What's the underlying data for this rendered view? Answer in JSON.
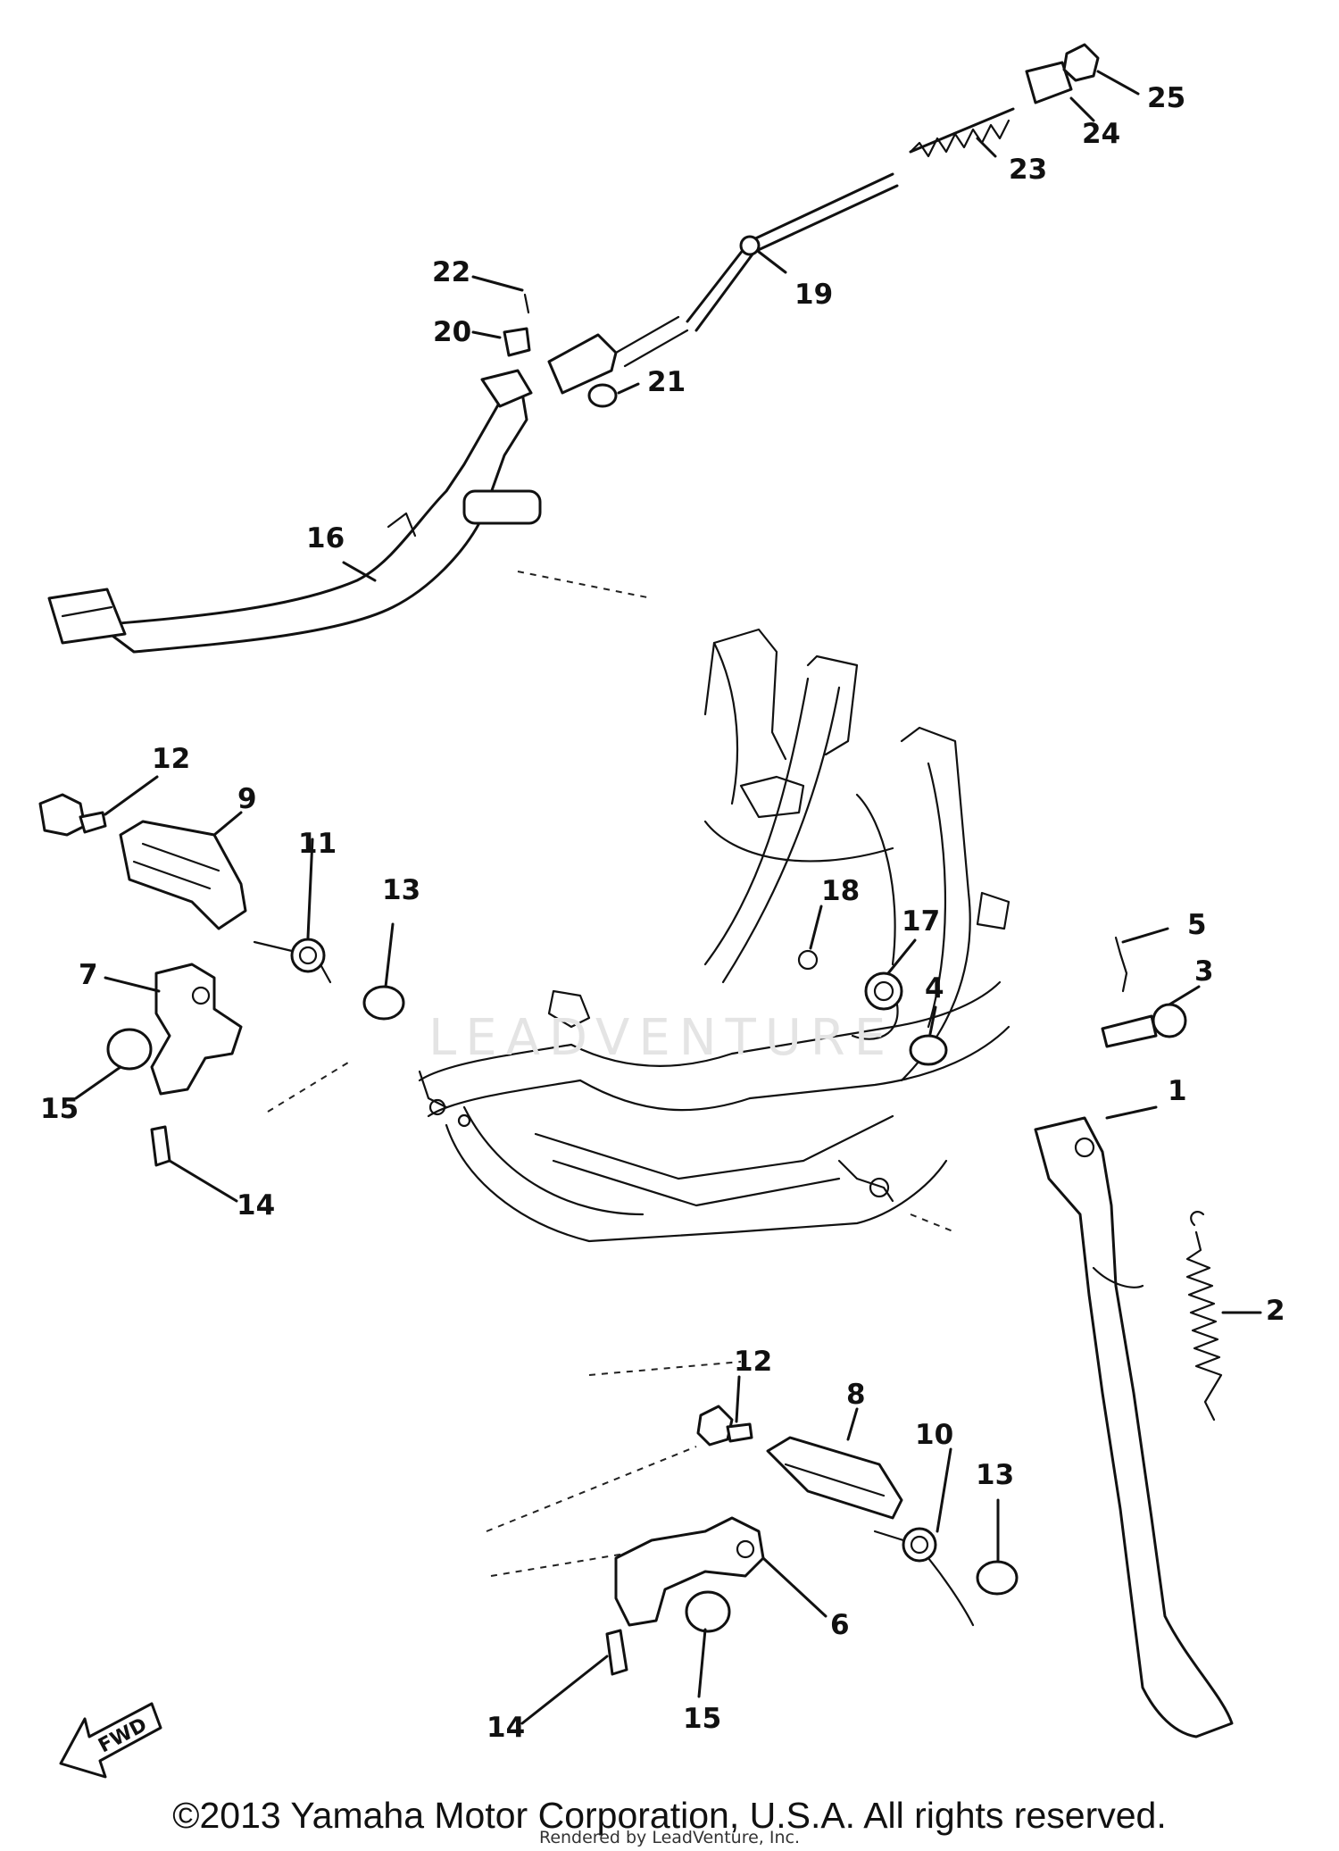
{
  "callouts": {
    "c1": "1",
    "c2": "2",
    "c3": "3",
    "c4": "4",
    "c5": "5",
    "c6": "6",
    "c7": "7",
    "c8": "8",
    "c9": "9",
    "c10": "10",
    "c11": "11",
    "c12a": "12",
    "c12b": "12",
    "c13a": "13",
    "c13b": "13",
    "c14a": "14",
    "c14b": "14",
    "c15a": "15",
    "c15b": "15",
    "c16": "16",
    "c17": "17",
    "c18": "18",
    "c19": "19",
    "c20": "20",
    "c21": "21",
    "c22": "22",
    "c23": "23",
    "c24": "24",
    "c25": "25"
  },
  "fwd_label": "FWD",
  "watermark": "LEADVENTURE",
  "copyright": "©2013 Yamaha Motor Corporation, U.S.A. All rights reserved.",
  "rendered_by": "Rendered by LeadVenture, Inc."
}
